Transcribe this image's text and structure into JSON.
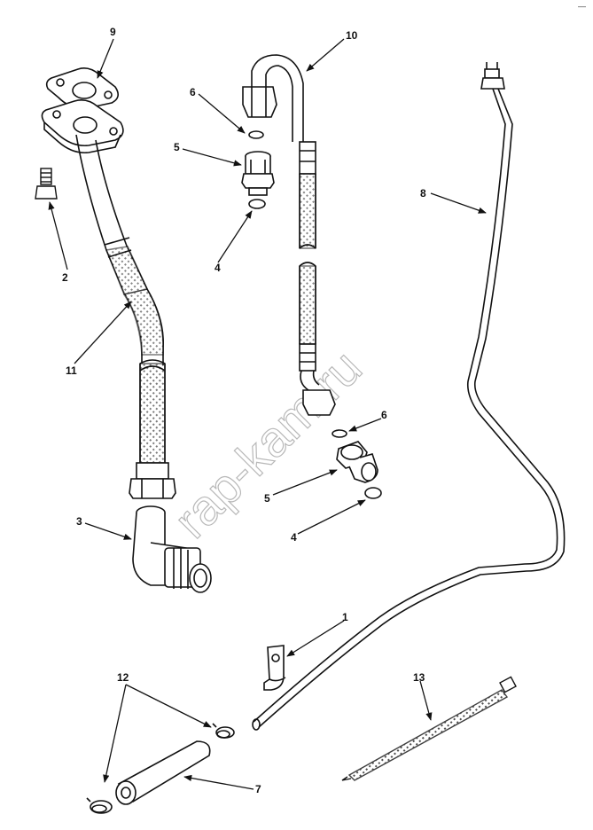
{
  "diagram": {
    "watermark": "rap-kam.ru",
    "corner_mark": "—",
    "callouts": {
      "c1": "1",
      "c2": "2",
      "c3": "3",
      "c4a": "4",
      "c4b": "4",
      "c5a": "5",
      "c5b": "5",
      "c6a": "6",
      "c6b": "6",
      "c7": "7",
      "c8": "8",
      "c9": "9",
      "c10": "10",
      "c11": "11",
      "c12": "12",
      "c13": "13"
    }
  }
}
